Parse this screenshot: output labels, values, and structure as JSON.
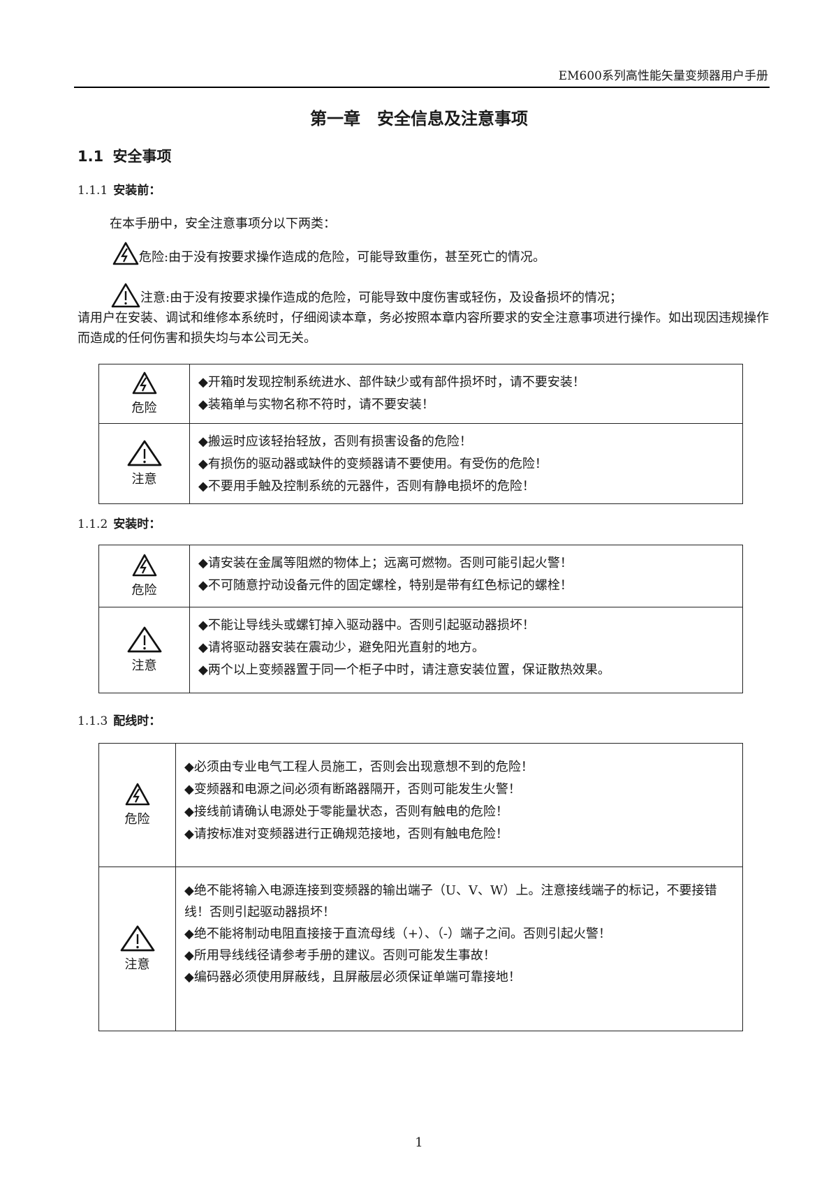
{
  "header": {
    "title": "EM600系列高性能矢量变频器用户手册"
  },
  "chapter_title": "第一章　安全信息及注意事项",
  "section": {
    "number": "1.1",
    "title": "安全事项"
  },
  "intro": "在本手册中，安全注意事项分以下两类：",
  "danger_definition": "危险:由于没有按要求操作造成的危险，可能导致重伤，甚至死亡的情况。",
  "caution_definition_line1": "注意:由于没有按要求操作造成的危险，可能导致中度伤害或轻伤，及设备损坏的情况；",
  "caution_definition_rest": "请用户在安装、调试和维修本系统时，仔细阅读本章，务必按照本章内容所要求的安全注意事项进行操作。如出现因违规操作而造成的任何伤害和损失均与本公司无关。",
  "labels": {
    "danger": "危险",
    "caution": "注意"
  },
  "subsections": [
    {
      "number": "1.1.1",
      "title": "安装前：",
      "danger_items": [
        "◆开箱时发现控制系统进水、部件缺少或有部件损坏时，请不要安装！",
        "◆装箱单与实物名称不符时，请不要安装！"
      ],
      "caution_items": [
        "◆搬运时应该轻抬轻放，否则有损害设备的危险！",
        "◆有损伤的驱动器或缺件的变频器请不要使用。有受伤的危险！",
        "◆不要用手触及控制系统的元器件，否则有静电损坏的危险！"
      ]
    },
    {
      "number": "1.1.2",
      "title": "安装时：",
      "danger_items": [
        "◆请安装在金属等阻燃的物体上；远离可燃物。否则可能引起火警！",
        "◆不可随意拧动设备元件的固定螺栓，特别是带有红色标记的螺栓！"
      ],
      "caution_items": [
        "◆不能让导线头或螺钉掉入驱动器中。否则引起驱动器损坏！",
        "◆请将驱动器安装在震动少，避免阳光直射的地方。",
        "◆两个以上变频器置于同一个柜子中时，请注意安装位置，保证散热效果。"
      ]
    },
    {
      "number": "1.1.3",
      "title": "配线时：",
      "danger_items": [
        "◆必须由专业电气工程人员施工，否则会出现意想不到的危险！",
        "◆变频器和电源之间必须有断路器隔开，否则可能发生火警！",
        "◆接线前请确认电源处于零能量状态，否则有触电的危险！",
        "◆请按标准对变频器进行正确规范接地，否则有触电危险！"
      ],
      "caution_items": [
        "◆绝不能将输入电源连接到变频器的输出端子（U、V、W）上。注意接线端子的标记，不要接错线！否则引起驱动器损坏！",
        "◆绝不能将制动电阻直接接于直流母线（+）、（-）端子之间。否则引起火警！",
        "◆所用导线线径请参考手册的建议。否则可能发生事故！",
        "◆编码器必须使用屏蔽线，且屏蔽层必须保证单端可靠接地！"
      ]
    }
  ],
  "page_number": "1"
}
